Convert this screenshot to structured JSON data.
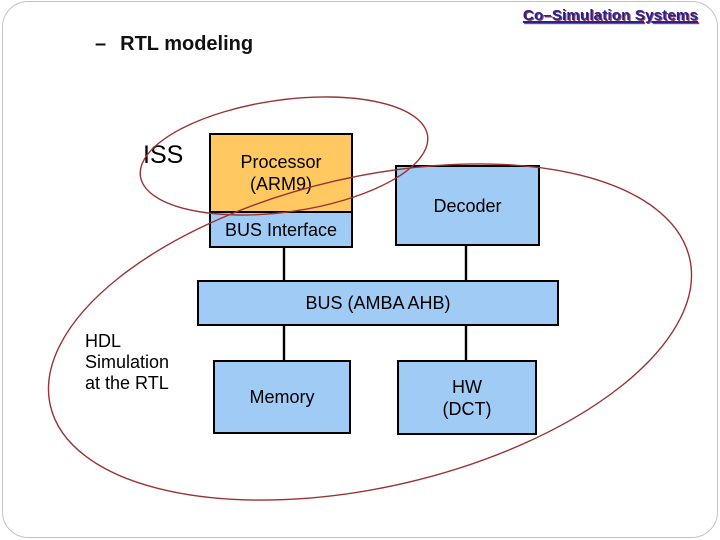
{
  "page": {
    "header_title": "Co–Simulation Systems",
    "heading_dash": "–",
    "heading_label": "RTL modeling"
  },
  "diagram": {
    "annotations": {
      "iss": "ISS",
      "hdl_line1": "HDL",
      "hdl_line2": "Simulation",
      "hdl_line3": "at the RTL"
    },
    "boxes": {
      "processor_line1": "Processor",
      "processor_line2": "(ARM9)",
      "bus_interface": "BUS Interface",
      "decoder": "Decoder",
      "bus": "BUS (AMBA AHB)",
      "memory": "Memory",
      "hw_line1": "HW",
      "hw_line2": "(DCT)"
    },
    "colors": {
      "processor_fill": "#FFC861",
      "module_fill": "#A0CBF4",
      "box_border": "#000000",
      "connector": "#000000",
      "ellipse_stroke": "#993333",
      "header_text": "#22229A",
      "header_fringe": "#A04040"
    }
  }
}
